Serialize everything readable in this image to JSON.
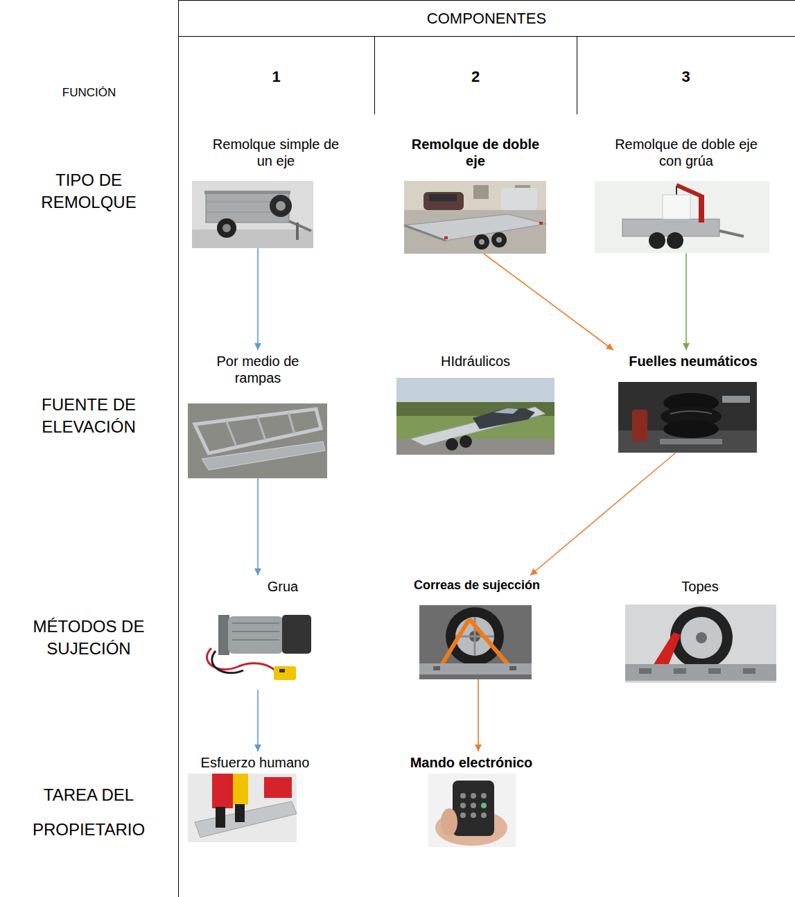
{
  "diagram": {
    "nodes": [
      {
        "text": [
          "Remolque simple de un eje"
        ]
      },
      {
        "text": [
          "Remolque de doble eje"
        ]
      },
      {
        "text": [
          "Remolque de doble eje con grúa"
        ]
      },
      {
        "text": [
          "Por medio de rampas"
        ]
      },
      {
        "text": [
          "HIdráulicos"
        ]
      },
      {
        "text": [
          "Fuelles neumáticos"
        ]
      },
      {
        "text": [
          "Grua"
        ]
      },
      {
        "text": [
          "Correas de sujección"
        ]
      },
      {
        "text": [
          "Topes"
        ]
      },
      {
        "text": [
          "Esfuerzo humano"
        ]
      },
      {
        "text": [
          "Mando electrónico"
        ]
      }
    ],
    "edges": [
      {
        "from": 0,
        "to": 3,
        "arrow": "to"
      },
      {
        "from": 3,
        "to": 6,
        "arrow": "to"
      },
      {
        "from": 6,
        "to": 9,
        "arrow": "to"
      },
      {
        "from": 1,
        "to": 5,
        "arrow": "to"
      },
      {
        "from": 2,
        "to": 5,
        "arrow": "to"
      },
      {
        "from": 5,
        "to": 7,
        "arrow": "to"
      },
      {
        "from": 7,
        "to": 10,
        "arrow": "to"
      }
    ],
    "labels": [
      "COMPONENTES",
      "FUNCIÓN",
      "1",
      "2",
      "3",
      "TIPO DE REMOLQUE",
      "FUENTE DE ELEVACIÓN",
      "MÉTODOS DE SUJECIÓN",
      "TAREA DEL PROPIETARIO"
    ]
  }
}
